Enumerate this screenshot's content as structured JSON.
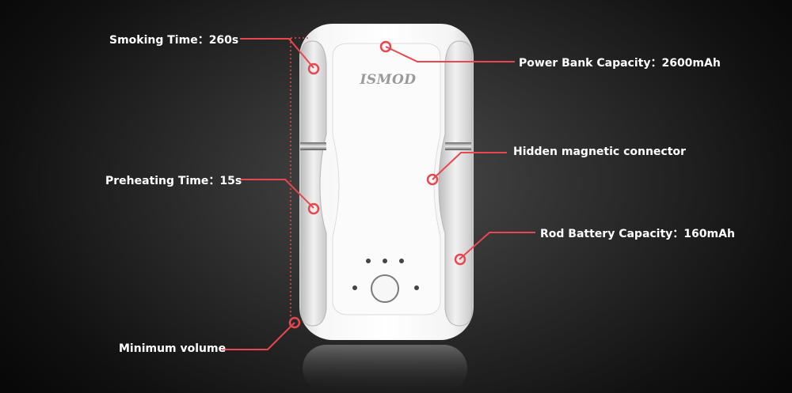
{
  "product": {
    "brand": "ISMOD",
    "colors": {
      "accent": "#e8484d",
      "body": "#f2f2f2",
      "background": "#1a1a1a"
    }
  },
  "annotations": {
    "smoking_time": "Smoking Time：260s",
    "preheating_time": "Preheating Time：15s",
    "minimum_volume": "Minimum volume",
    "power_bank_capacity": "Power Bank Capacity：2600mAh",
    "hidden_connector": "Hidden magnetic connector",
    "rod_battery_capacity": "Rod Battery Capacity：160mAh"
  }
}
